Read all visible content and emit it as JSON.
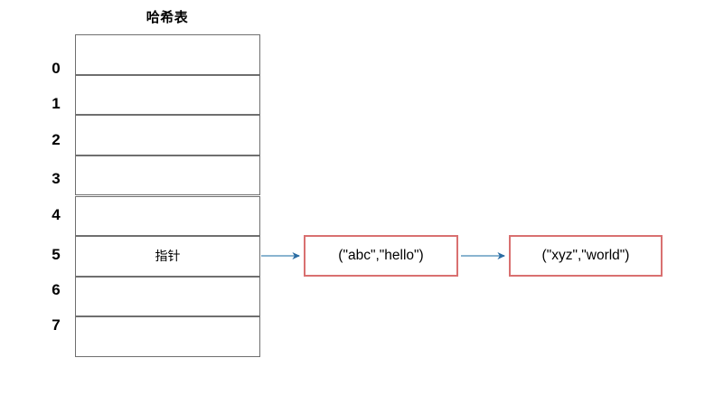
{
  "diagram": {
    "title": "哈希表",
    "table": {
      "name": "hash-table",
      "bucket_count": 8,
      "indices": [
        "0",
        "1",
        "2",
        "3",
        "4",
        "5",
        "6",
        "7"
      ],
      "cells": [
        {
          "index": "0",
          "text": ""
        },
        {
          "index": "1",
          "text": ""
        },
        {
          "index": "2",
          "text": ""
        },
        {
          "index": "3",
          "text": ""
        },
        {
          "index": "4",
          "text": ""
        },
        {
          "index": "5",
          "text": "指针"
        },
        {
          "index": "6",
          "text": ""
        },
        {
          "index": "7",
          "text": ""
        }
      ]
    },
    "nodes": [
      {
        "id": "node-0",
        "label": "(\"abc\",\"hello\")",
        "key": "abc",
        "value": "hello"
      },
      {
        "id": "node-1",
        "label": "(\"xyz\",\"world\")",
        "key": "xyz",
        "value": "world"
      }
    ],
    "arrows": [
      {
        "id": "arrow-bucket-to-node-0",
        "from": "hash-table-cell-5",
        "to": "node-0"
      },
      {
        "id": "arrow-node-0-to-node-1",
        "from": "node-0",
        "to": "node-1"
      }
    ],
    "colors": {
      "background": "#ffffff",
      "table_border": "#6f6f6f",
      "node_border": "#d97070",
      "node_fill": "#ffffff",
      "arrow_line": "#8ab4d0",
      "arrow_head": "#2b6ca3",
      "text": "#000000"
    }
  }
}
